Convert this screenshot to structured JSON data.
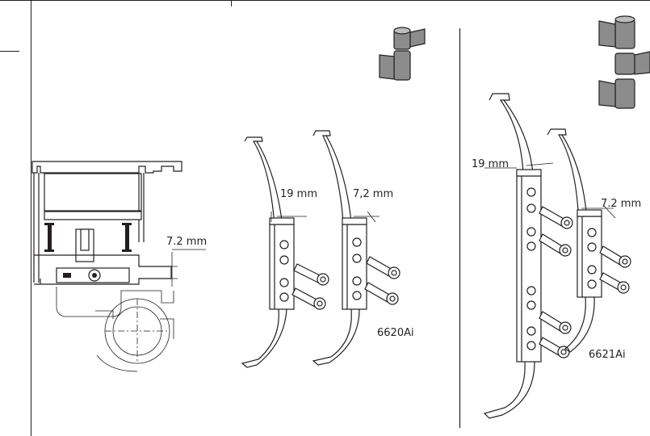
{
  "labels": {
    "dim_profile_gap": "7.2 mm",
    "dim_left_plate_offset": "19 mm",
    "dim_left_plate_gap": "7,2 mm",
    "model_left": "6620Ai",
    "dim_right_plate_offset": "19 mm",
    "dim_right_plate_gap": "7.2 mm",
    "model_right": "6621Ai"
  },
  "colors": {
    "ink": "#231f20",
    "hinge_grey": "#8c8c8c",
    "hinge_light": "#bdbdbd",
    "paper": "#ffffff"
  },
  "icons": {
    "hinge_small": "two-part-hinge-icon",
    "hinge_large": "three-part-hinge-icon"
  }
}
